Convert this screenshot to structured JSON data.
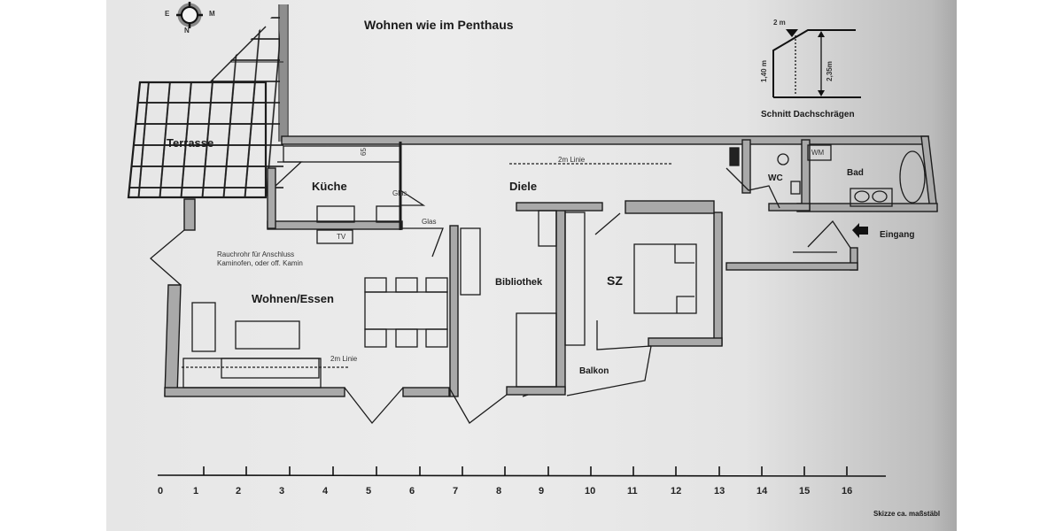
{
  "title": "Wohnen wie im Penthaus",
  "compass": {
    "north": "N",
    "east": "M",
    "west": "E"
  },
  "section_detail": {
    "caption": "Schnitt Dachschrägen",
    "label_top": "2 m",
    "label_left": "1,40 m",
    "label_right": "2,35m"
  },
  "rooms": {
    "terrasse": "Terrasse",
    "kueche": "Küche",
    "diele": "Diele",
    "wohnen_essen": "Wohnen/Essen",
    "bibliothek": "Bibliothek",
    "sz": "SZ",
    "balkon": "Balkon",
    "wc": "WC",
    "bad": "Bad",
    "eingang": "Eingang"
  },
  "annotations": {
    "glas_1": "Glas",
    "glas_2": "Glas",
    "tv": "TV",
    "wm": "WM",
    "line_2m_top": "2m Linie",
    "line_2m_bottom": "2m Linie",
    "rauchrohr_1": "Rauchrohr für Anschluss",
    "rauchrohr_2": "Kaminofen, oder off. Kamin",
    "kitchen_dim": "65"
  },
  "scale_bar": {
    "unit": "m",
    "ticks": [
      "0",
      "1",
      "2",
      "3",
      "4",
      "5",
      "6",
      "7",
      "8",
      "9",
      "10",
      "11",
      "12",
      "13",
      "14",
      "15",
      "16"
    ]
  },
  "footer_note": "Skizze ca. maßstäbl",
  "colors": {
    "paper": "#e8e8e8",
    "wall_fill": "#a9a9a9",
    "line": "#1c1c1c",
    "margin": "#ffffff"
  }
}
